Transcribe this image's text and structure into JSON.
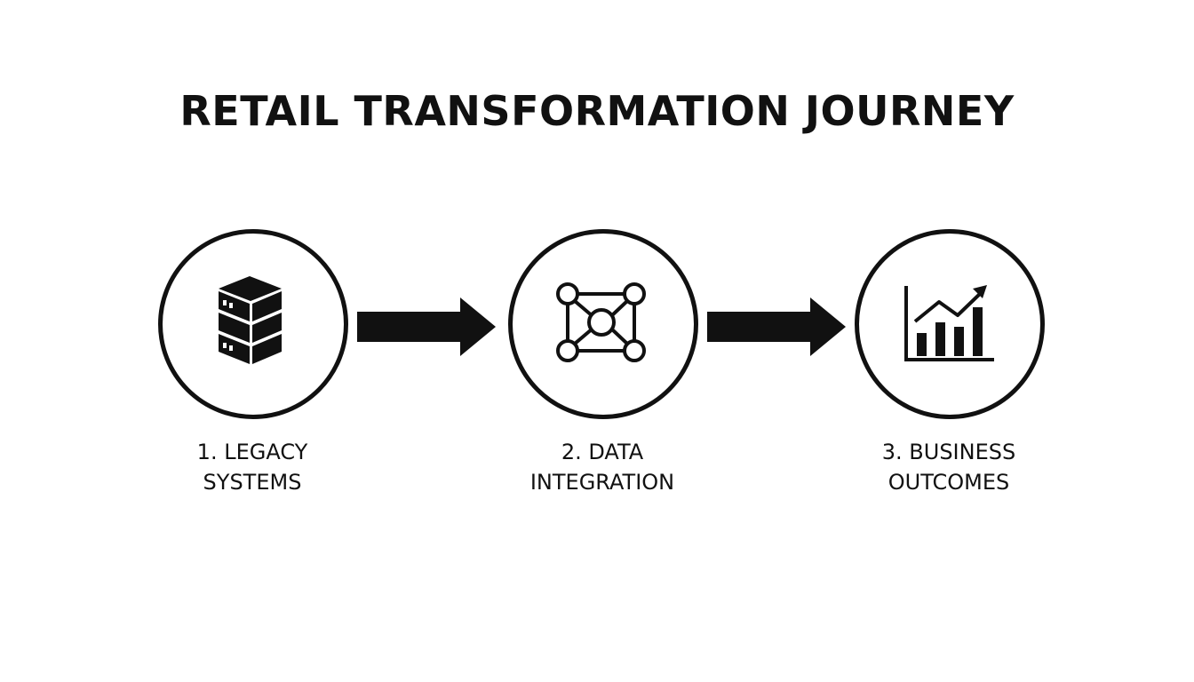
{
  "title": "RETAIL TRANSFORMATION JOURNEY",
  "steps": [
    {
      "line1": "1. LEGACY",
      "line2": "SYSTEMS",
      "icon": "server-stack-icon"
    },
    {
      "line1": "2. DATA",
      "line2": "INTEGRATION",
      "icon": "network-nodes-icon"
    },
    {
      "line1": "3. BUSINESS",
      "line2": "OUTCOMES",
      "icon": "growth-chart-icon"
    }
  ],
  "colors": {
    "ink": "#111111",
    "background": "#ffffff"
  }
}
